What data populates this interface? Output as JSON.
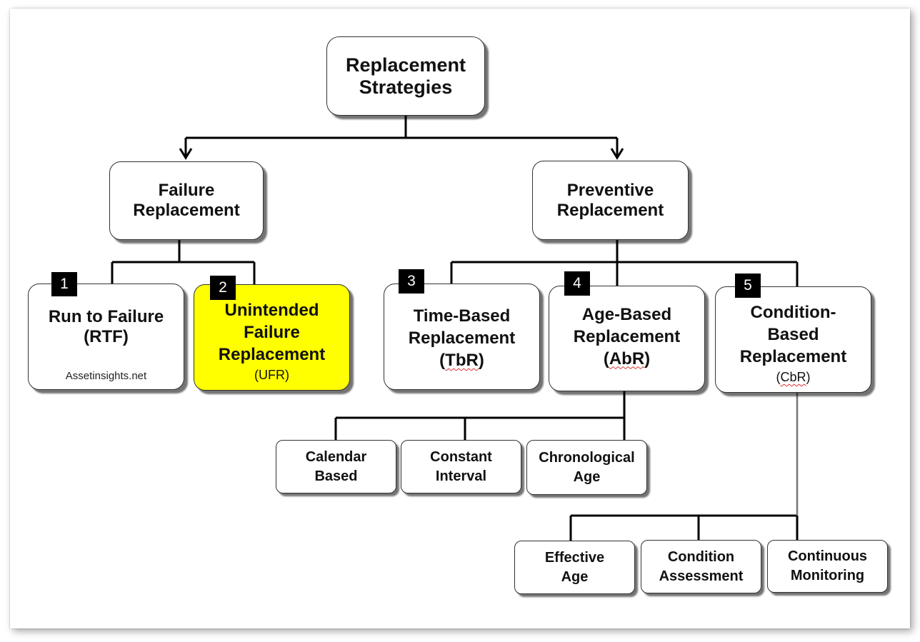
{
  "root": {
    "label": "Replacement\nStrategies"
  },
  "failure": {
    "label": "Failure\nReplacement"
  },
  "preventive": {
    "label": "Preventive\nReplacement"
  },
  "strategies": [
    {
      "number": "1",
      "label": "Run to Failure\n(RTF)",
      "watermark": "Assetinsights.net"
    },
    {
      "number": "2",
      "label": "Unintended\nFailure\nReplacement",
      "abbr": "(UFR)",
      "highlight_color": "#ffff00"
    },
    {
      "number": "3",
      "label": "Time-Based\nReplacement\n(",
      "abbr": "TbR",
      "close": ")"
    },
    {
      "number": "4",
      "label": "Age-Based\nReplacement\n(",
      "abbr": "AbR",
      "close": ")"
    },
    {
      "number": "5",
      "label": "Condition-\nBased\nReplacement",
      "abbr_open": "(",
      "abbr": "CbR",
      "abbr_close": ")"
    }
  ],
  "age_children": [
    {
      "label": "Calendar\nBased"
    },
    {
      "label": "Constant\nInterval"
    },
    {
      "label": "Chronological\nAge"
    }
  ],
  "condition_children": [
    {
      "label": "Effective\nAge"
    },
    {
      "label": "Condition\nAssessment"
    },
    {
      "label": "Continuous\nMonitoring"
    }
  ]
}
